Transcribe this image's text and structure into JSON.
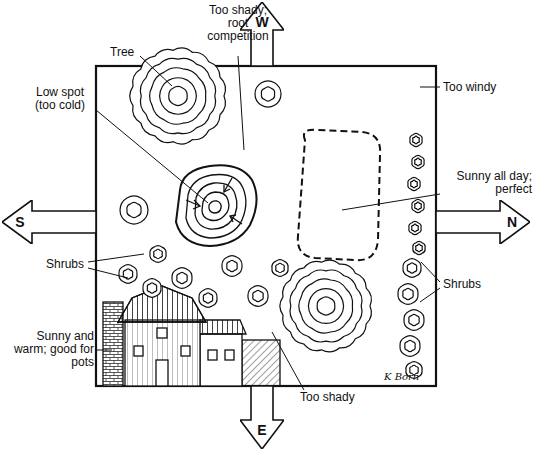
{
  "diagram": {
    "nodes": [
      {
        "text": [
          "W"
        ]
      },
      {
        "text": [
          "S"
        ]
      },
      {
        "text": [
          "N"
        ]
      },
      {
        "text": [
          "E"
        ]
      }
    ],
    "labels": [
      "Too shady; root competition",
      "Tree",
      "Too windy",
      "Low spot (too cold)",
      "Sunny all day; perfect",
      "Shrubs",
      "Shrubs",
      "Sunny and warm; good for pots",
      "Too shady",
      "K Born"
    ]
  }
}
